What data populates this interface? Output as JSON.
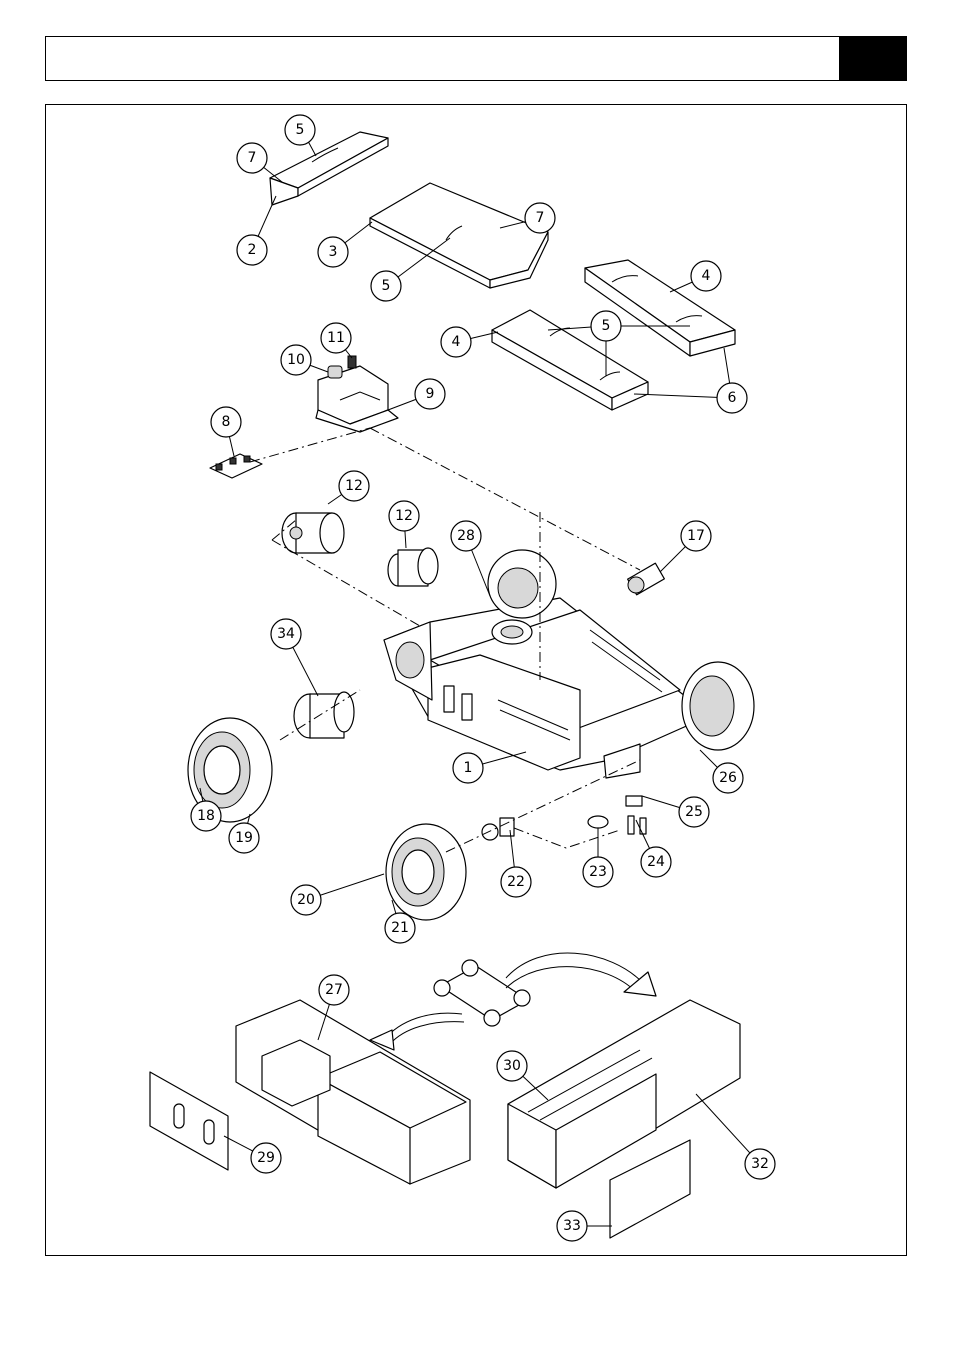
{
  "header": {
    "title": "",
    "page_tab": ""
  },
  "callouts": [
    {
      "id": "c5a",
      "label": "5"
    },
    {
      "id": "c7a",
      "label": "7"
    },
    {
      "id": "c2",
      "label": "2"
    },
    {
      "id": "c3",
      "label": "3"
    },
    {
      "id": "c5b",
      "label": "5"
    },
    {
      "id": "c7b",
      "label": "7"
    },
    {
      "id": "c4a",
      "label": "4"
    },
    {
      "id": "c5c",
      "label": "5"
    },
    {
      "id": "c4b",
      "label": "4"
    },
    {
      "id": "c6",
      "label": "6"
    },
    {
      "id": "c11",
      "label": "11"
    },
    {
      "id": "c10",
      "label": "10"
    },
    {
      "id": "c9",
      "label": "9"
    },
    {
      "id": "c8",
      "label": "8"
    },
    {
      "id": "c12a",
      "label": "12"
    },
    {
      "id": "c12b",
      "label": "12"
    },
    {
      "id": "c28",
      "label": "28"
    },
    {
      "id": "c17",
      "label": "17"
    },
    {
      "id": "c34",
      "label": "34"
    },
    {
      "id": "c1",
      "label": "1"
    },
    {
      "id": "c26",
      "label": "26"
    },
    {
      "id": "c18",
      "label": "18"
    },
    {
      "id": "c19",
      "label": "19"
    },
    {
      "id": "c25",
      "label": "25"
    },
    {
      "id": "c22",
      "label": "22"
    },
    {
      "id": "c23",
      "label": "23"
    },
    {
      "id": "c24",
      "label": "24"
    },
    {
      "id": "c20",
      "label": "20"
    },
    {
      "id": "c21",
      "label": "21"
    },
    {
      "id": "c27",
      "label": "27"
    },
    {
      "id": "c30",
      "label": "30"
    },
    {
      "id": "c29",
      "label": "29"
    },
    {
      "id": "c32",
      "label": "32"
    },
    {
      "id": "c33",
      "label": "33"
    }
  ]
}
